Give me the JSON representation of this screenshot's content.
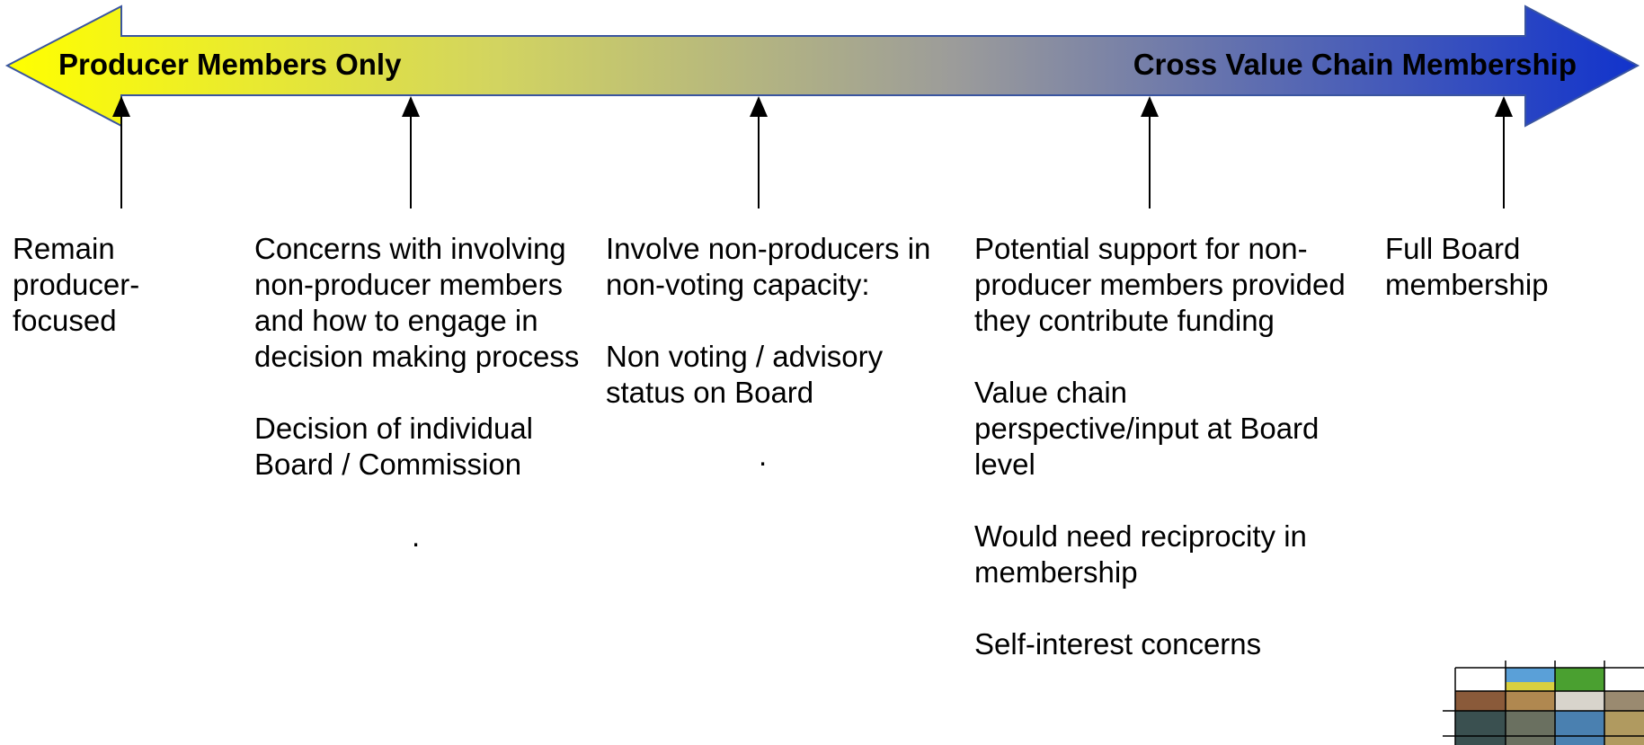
{
  "arrow": {
    "left_label": "Producer Members Only",
    "right_label": "Cross Value Chain Membership",
    "gradient_colors": [
      "#ffff00",
      "#c9cc6a",
      "#8f8fa8",
      "#1133cc"
    ]
  },
  "columns": [
    {
      "items": [
        "Remain producer-focused"
      ]
    },
    {
      "items": [
        "Concerns with involving non-producer members and how to engage in decision making process",
        "Decision of individual Board / Commission",
        "."
      ]
    },
    {
      "items": [
        "Involve non-producers in non-voting capacity:",
        "Non voting / advisory status on Board",
        "."
      ]
    },
    {
      "items": [
        "Potential support for non-producer members provided they contribute funding",
        "Value chain perspective/input at Board level",
        "Would need reciprocity in membership",
        "Self-interest concerns"
      ]
    },
    {
      "items": [
        "Full Board membership"
      ]
    }
  ],
  "logo": {
    "icon": "photo-collage-logo"
  }
}
